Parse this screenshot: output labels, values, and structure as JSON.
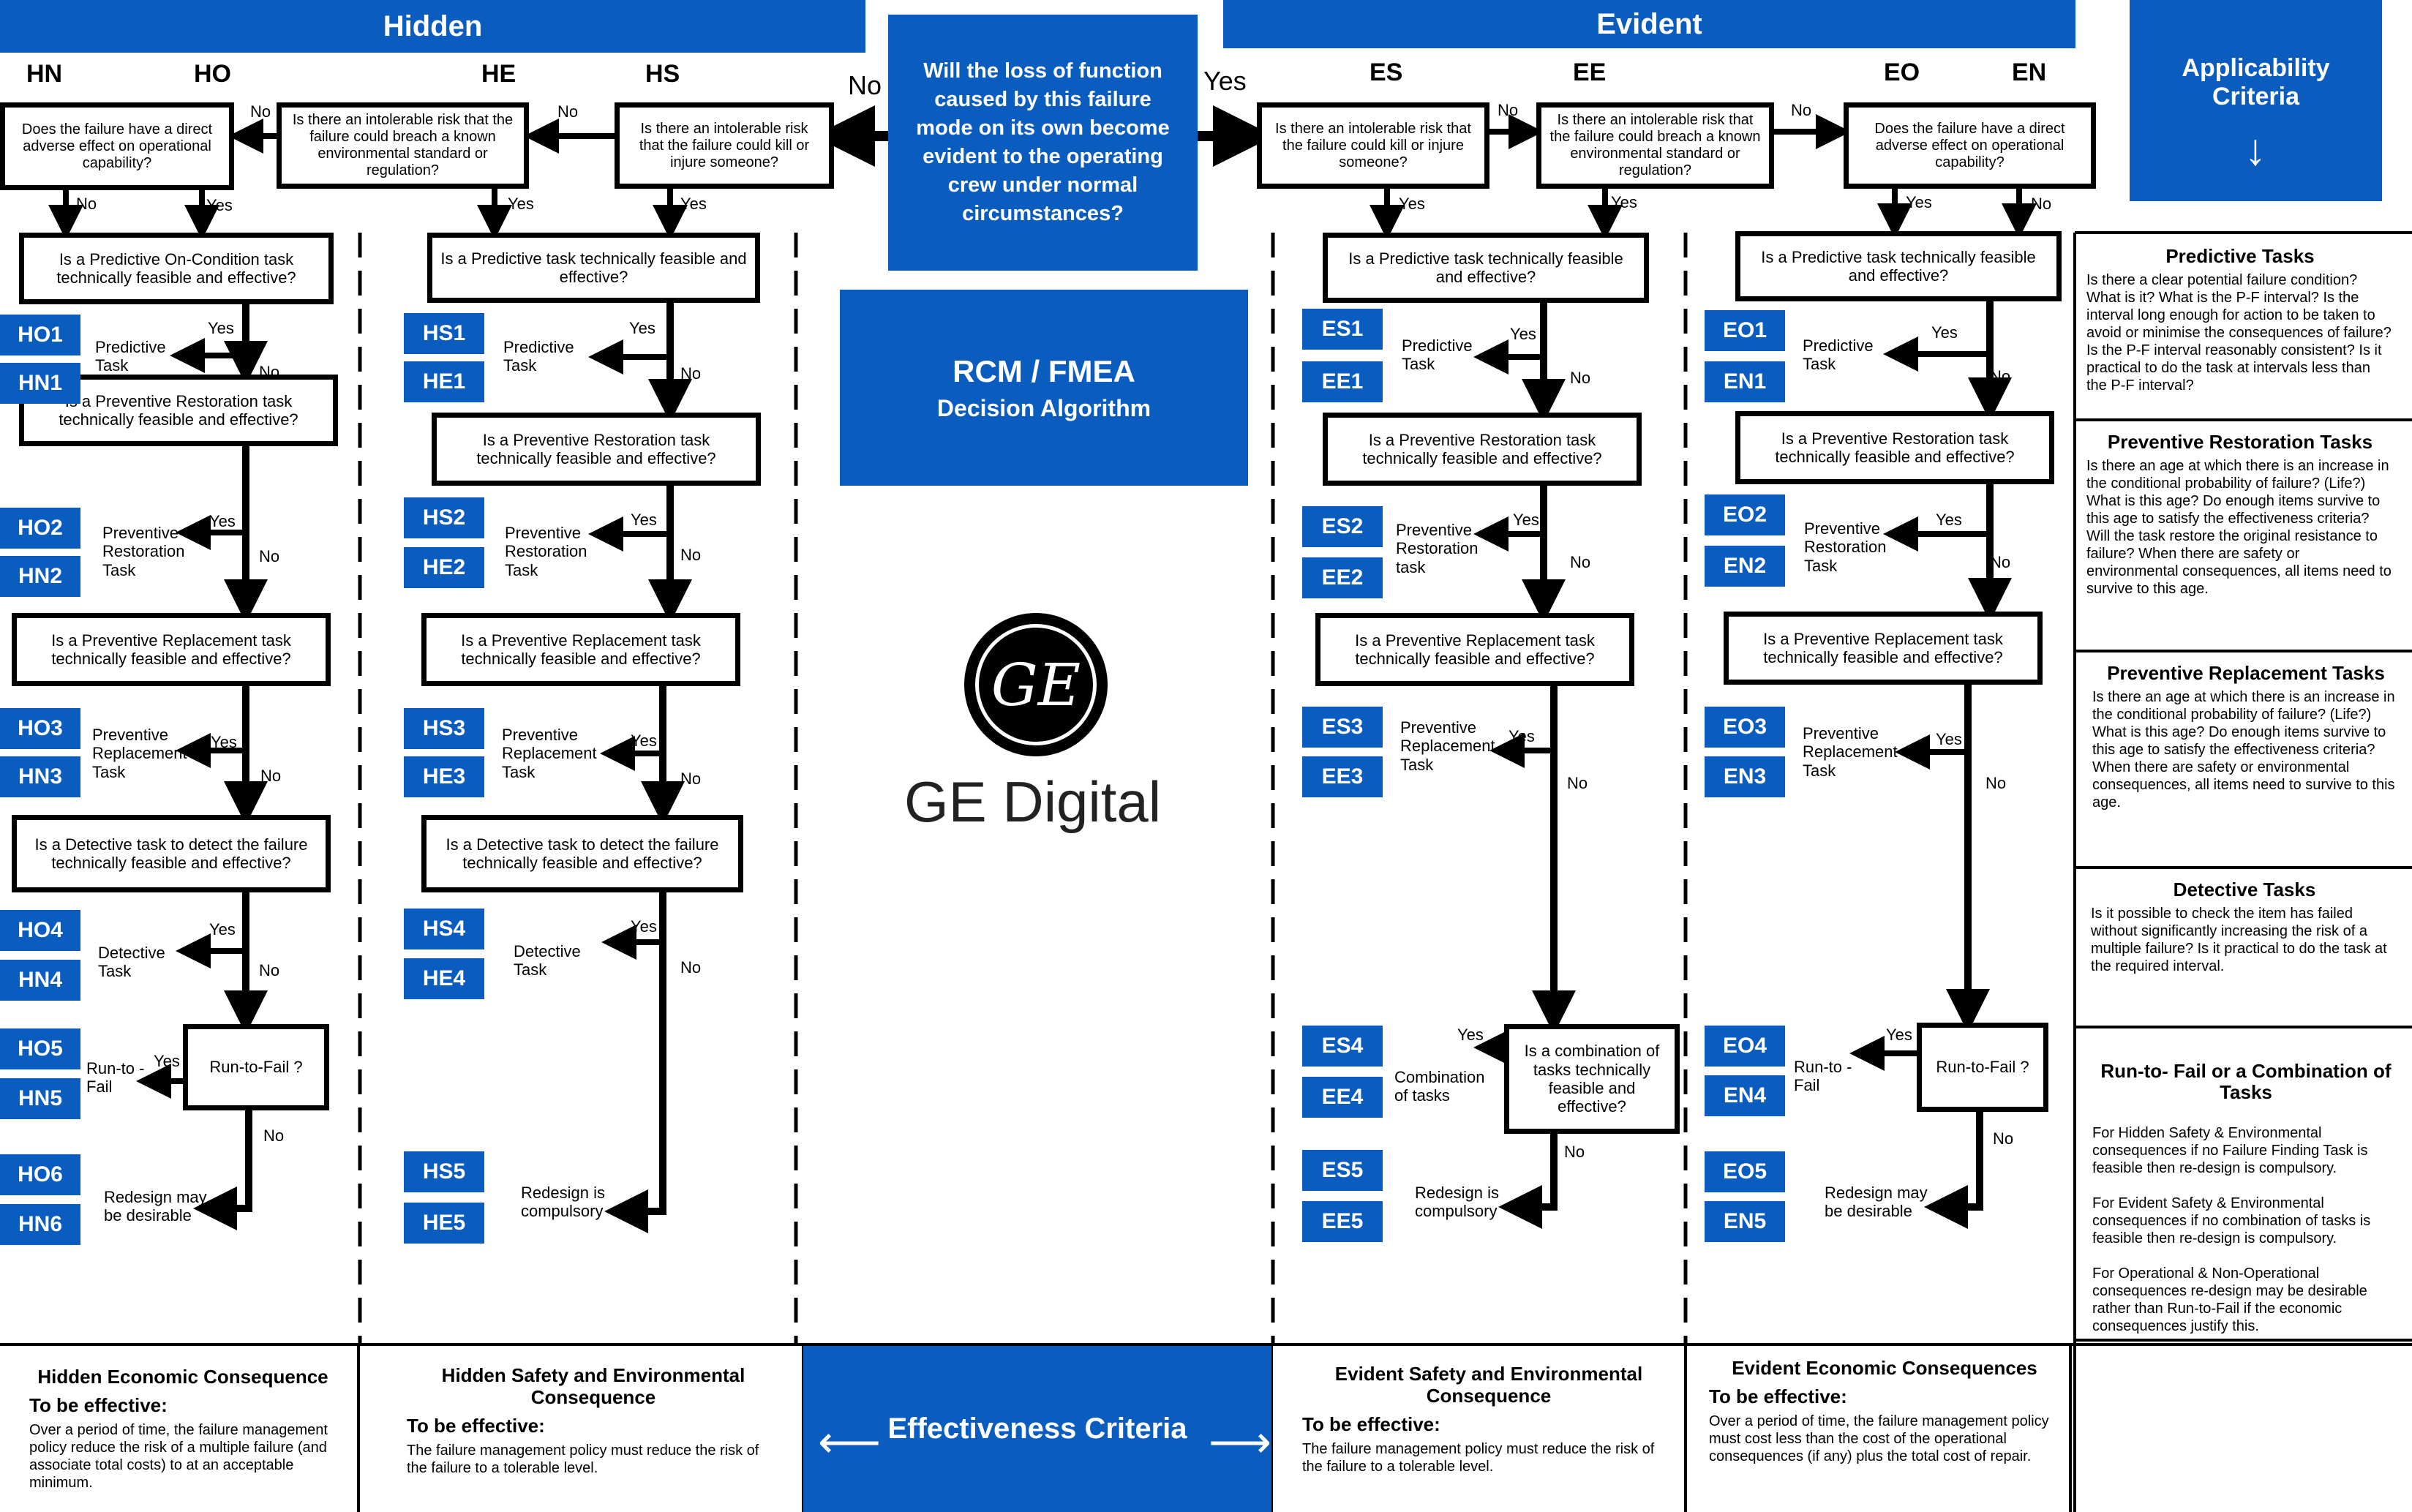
{
  "headers": {
    "hidden": "Hidden",
    "evident": "Evident",
    "applicability": "Applicability Criteria",
    "question": "Will the loss of function caused by this failure mode on its own become evident to the operating crew under normal circumstances?",
    "no": "No",
    "yes": "Yes",
    "rcm_title": "RCM / FMEA",
    "rcm_sub": "Decision Algorithm",
    "effectiveness": "Effectiveness Criteria",
    "logo": "GE Digital",
    "logo_mark": "GE"
  },
  "top_labels": {
    "hn": "HN",
    "ho": "HO",
    "he": "HE",
    "hs": "HS",
    "es": "ES",
    "ee": "EE",
    "eo": "EO",
    "en": "EN"
  },
  "q": {
    "ho": "Does the failure have a direct adverse effect on operational capability?",
    "he": "Is there an intolerable risk that the failure could breach a known environmental standard or regulation?",
    "hs": "Is there an intolerable risk that the failure could kill or injure someone?",
    "es": "Is there an intolerable risk that the failure could kill or injure someone?",
    "ee": "Is there an intolerable risk that the failure could breach a known environmental standard or regulation?",
    "eo": "Does the failure have a direct adverse effect on operational capability?"
  },
  "boxes": {
    "pred_h1": "Is a Predictive On-Condition task technically feasible and effective?",
    "pred": "Is a Predictive task technically feasible and effective?",
    "rest": "Is a Preventive Restoration task technically feasible and effective?",
    "repl": "Is a Preventive Replacement task technically feasible and effective?",
    "det": "Is a Detective task to detect the failure technically feasible and effective?",
    "rtf": "Run-to-Fail ?",
    "comb": "Is a combination of tasks technically feasible and effective?"
  },
  "tasks": {
    "pred": "Predictive Task",
    "rest": "Preventive Restoration Task",
    "rest_lower": "Preventive Restoration task",
    "repl": "Preventive Replacement Task",
    "det": "Detective Task",
    "rtf": "Run-to -Fail",
    "rtf_en": "Run-to - Fail",
    "comb": "Combination of tasks",
    "redesign_may": "Redesign may be desirable",
    "redesign_comp": "Redesign is compulsory"
  },
  "codes": {
    "ho": [
      "HO1",
      "HO2",
      "HO3",
      "HO4",
      "HO5",
      "HO6"
    ],
    "hn": [
      "HN1",
      "HN2",
      "HN3",
      "HN4",
      "HN5",
      "HN6"
    ],
    "hs": [
      "HS1",
      "HS2",
      "HS3",
      "HS4",
      "HS5"
    ],
    "he": [
      "HE1",
      "HE2",
      "HE3",
      "HE4",
      "HE5"
    ],
    "es": [
      "ES1",
      "ES2",
      "ES3",
      "ES4",
      "ES5"
    ],
    "ee": [
      "EE1",
      "EE2",
      "EE3",
      "EE4",
      "EE5"
    ],
    "eo": [
      "EO1",
      "EO2",
      "EO3",
      "EO4",
      "EO5"
    ],
    "en": [
      "EN1",
      "EN2",
      "EN3",
      "EN4",
      "EN5"
    ]
  },
  "criteria": [
    {
      "title": "Predictive Tasks",
      "body": "Is there a clear potential failure condition? What is it? What is the P-F interval? Is the interval long enough for action to be taken to avoid or minimise the consequences of failure? Is the P-F interval reasonably consistent? Is it practical to do the task at intervals less than the P-F interval?"
    },
    {
      "title": "Preventive Restoration Tasks",
      "body": "Is there an age at which there is an increase in the conditional probability of failure? (Life?) What is this age? Do enough items survive to this age to satisfy the effectiveness criteria? Will the task restore the original resistance to failure? When there are safety or environmental consequences, all items need to survive to this age."
    },
    {
      "title": "Preventive Replacement Tasks",
      "body": "Is there an age at which there is an increase in the conditional probability of failure? (Life?) What is this age? Do enough items survive to this age to satisfy the effectiveness criteria? When there are safety or environmental consequences, all items need to survive to this age."
    },
    {
      "title": "Detective Tasks",
      "body": "Is it possible to check the item has failed without significantly increasing the risk of a multiple failure? Is it practical to do the task at the required interval."
    },
    {
      "title": "Run-to- Fail or a Combination of Tasks",
      "body": "For Hidden Safety & Environmental consequences if no Failure Finding Task is feasible then re-design is compulsory.\n\nFor Evident Safety & Environmental consequences if no combination of tasks is feasible then re-design is compulsory.\n\nFor Operational & Non-Operational consequences re-design may be desirable rather than Run-to-Fail if the economic consequences justify this."
    }
  ],
  "effectiveness_cols": [
    {
      "title": "Hidden Economic Consequence",
      "sub": "To be effective:",
      "body": "Over a period of time, the failure management policy reduce the risk of a multiple failure (and associate total costs) to at an acceptable minimum."
    },
    {
      "title": "Hidden Safety and Environmental Consequence",
      "sub": "To be effective:",
      "body": "The failure management policy must reduce the risk of the failure to a tolerable level."
    },
    {
      "title": "Evident Safety and Environmental Consequence",
      "sub": "To be effective:",
      "body": "The failure management policy must reduce the risk of the failure to a tolerable level."
    },
    {
      "title": "Evident Economic Consequences",
      "sub": "To be effective:",
      "body": "Over a period of time, the failure management policy must cost less than the cost of the operational consequences (if any) plus the total cost of repair."
    }
  ],
  "colors": {
    "brand": "#0a5cbf",
    "line": "#000000"
  }
}
